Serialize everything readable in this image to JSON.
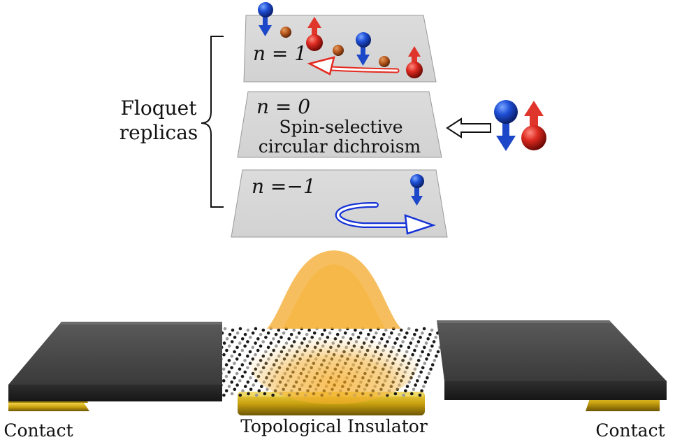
{
  "bracket": {
    "line1": "Floquet",
    "line2": "replicas"
  },
  "replicas": {
    "upper": {
      "index_label": "n = 1"
    },
    "middle": {
      "index_label": "n = 0",
      "desc_line1": "Spin-selective",
      "desc_line2": "circular dichroism"
    },
    "lower": {
      "index_label": "n =−1"
    }
  },
  "device": {
    "left_contact": "Contact",
    "center": "Topological Insulator",
    "right_contact": "Contact"
  },
  "colors": {
    "spin_down": "#1d47c9",
    "spin_up": "#d8261e",
    "particle": "#b5581d",
    "panel": "#d9d9d9",
    "contact_block": "#4b4b4b",
    "gold": "#c9a20f",
    "glow": "#f2a41a"
  }
}
